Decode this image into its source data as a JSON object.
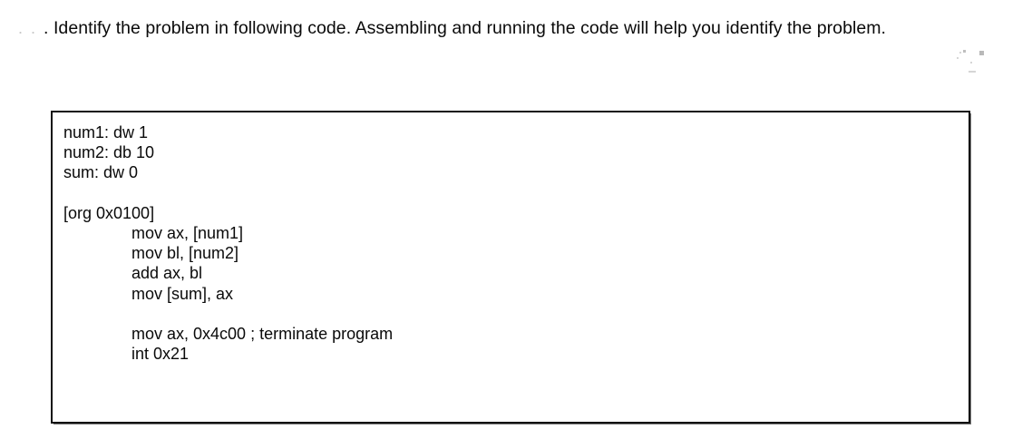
{
  "document": {
    "background_color": "#ffffff",
    "text_color": "#0a0a0a"
  },
  "question": {
    "leading_marks": ". . ",
    "text": ". Identify the problem in following code. Assembling and running the code will help you identify the problem."
  },
  "code_box": {
    "border_color": "#111111",
    "language": "assembly",
    "lines": [
      {
        "text": "num1: dw 1",
        "indented": false,
        "blank": false
      },
      {
        "text": "num2: db 10",
        "indented": false,
        "blank": false
      },
      {
        "text": "sum: dw 0",
        "indented": false,
        "blank": false
      },
      {
        "text": "",
        "indented": false,
        "blank": true
      },
      {
        "text": "[org 0x0100]",
        "indented": false,
        "blank": false
      },
      {
        "text": "mov ax, [num1]",
        "indented": true,
        "blank": false
      },
      {
        "text": "mov bl, [num2]",
        "indented": true,
        "blank": false
      },
      {
        "text": "add ax, bl",
        "indented": true,
        "blank": false
      },
      {
        "text": "mov [sum], ax",
        "indented": true,
        "blank": false
      },
      {
        "text": "",
        "indented": false,
        "blank": true
      },
      {
        "text": "mov ax, 0x4c00 ; terminate program",
        "indented": true,
        "blank": false
      },
      {
        "text": "int 0x21",
        "indented": true,
        "blank": false
      }
    ]
  },
  "artifacts": {
    "top_right_noise": "scan-noise-speckles"
  }
}
